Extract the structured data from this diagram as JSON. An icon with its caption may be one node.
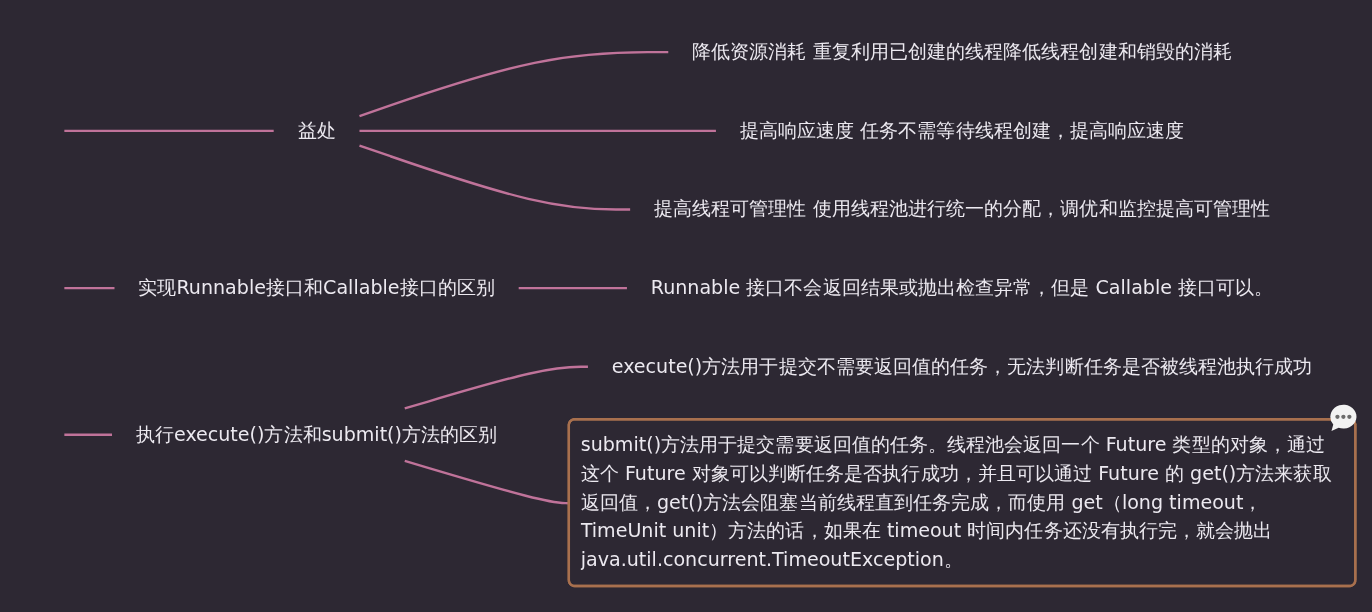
{
  "diagram": {
    "nodes": [
      {
        "text": [
          "益处"
        ]
      },
      {
        "text": [
          "降低资源消耗 重复利用已创建的线程降低线程创建和销毁的消耗"
        ]
      },
      {
        "text": [
          "提高响应速度 任务不需等待线程创建，提高响应速度"
        ]
      },
      {
        "text": [
          "提高线程可管理性 使用线程池进行统一的分配，调优和监控提高可管理性"
        ]
      },
      {
        "text": [
          "实现Runnable接口和Callable接口的区别"
        ]
      },
      {
        "text": [
          "Runnable 接口不会返回结果或抛出检查异常，但是 Callable 接口可以。"
        ]
      },
      {
        "text": [
          "执行execute()方法和submit()方法的区别"
        ]
      },
      {
        "text": [
          "execute()方法用于提交不需要返回值的任务，无法判断任务是否被线程池执行成功"
        ]
      },
      {
        "text": [
          "submit()方法用于提交需要返回值的任务。线程池会返回一个 Future 类型的对象，通过这个 Future 对象可以判断任务是否执行成功，并且可以通过 Future 的 get()方法来获取返回值，get()方法会阻塞当前线程直到任务完成，而使用 get（long timeout，TimeUnit unit）方法的话，如果在 timeout 时间内任务还没有执行完，就会抛出 java.util.concurrent.TimeoutException。"
        ]
      }
    ],
    "edges": [
      {
        "from": null,
        "to": 0,
        "arrow": "none"
      },
      {
        "from": 0,
        "to": 1,
        "arrow": "none"
      },
      {
        "from": 0,
        "to": 2,
        "arrow": "none"
      },
      {
        "from": 0,
        "to": 3,
        "arrow": "none"
      },
      {
        "from": null,
        "to": 4,
        "arrow": "none"
      },
      {
        "from": 4,
        "to": 5,
        "arrow": "none"
      },
      {
        "from": null,
        "to": 6,
        "arrow": "none"
      },
      {
        "from": 6,
        "to": 7,
        "arrow": "none"
      },
      {
        "from": 6,
        "to": 8,
        "arrow": "none"
      }
    ]
  }
}
